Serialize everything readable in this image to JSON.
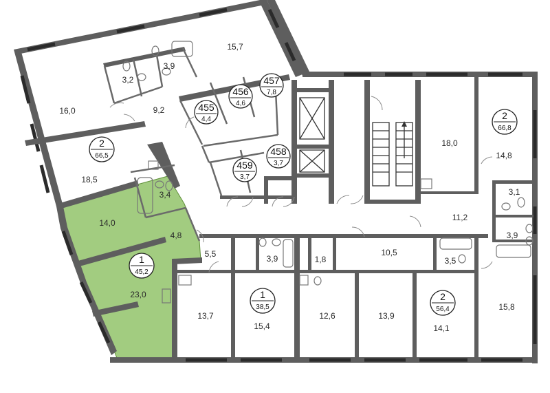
{
  "plan": {
    "highlight_color": "#a2cc80",
    "wall_color": "#5e5e5e",
    "rooms": [
      {
        "id": "r-15-7",
        "label": "15,7"
      },
      {
        "id": "r-3-9a",
        "label": "3,9"
      },
      {
        "id": "r-3-2",
        "label": "3,2"
      },
      {
        "id": "r-16-0",
        "label": "16,0"
      },
      {
        "id": "r-9-2",
        "label": "9,2"
      },
      {
        "id": "r-18-5",
        "label": "18,5"
      },
      {
        "id": "r-3-4",
        "label": "3,4"
      },
      {
        "id": "r-14-0",
        "label": "14,0"
      },
      {
        "id": "r-4-8",
        "label": "4,8"
      },
      {
        "id": "r-23-0",
        "label": "23,0"
      },
      {
        "id": "r-5-5",
        "label": "5,5"
      },
      {
        "id": "r-3-9b",
        "label": "3,9"
      },
      {
        "id": "r-1-8",
        "label": "1,8"
      },
      {
        "id": "r-10-5",
        "label": "10,5"
      },
      {
        "id": "r-3-5",
        "label": "3,5"
      },
      {
        "id": "r-13-7",
        "label": "13,7"
      },
      {
        "id": "r-15-4",
        "label": "15,4"
      },
      {
        "id": "r-12-6",
        "label": "12,6"
      },
      {
        "id": "r-13-9",
        "label": "13,9"
      },
      {
        "id": "r-14-1",
        "label": "14,1"
      },
      {
        "id": "r-15-8",
        "label": "15,8"
      },
      {
        "id": "r-18-0",
        "label": "18,0"
      },
      {
        "id": "r-14-8",
        "label": "14,8"
      },
      {
        "id": "r-11-2",
        "label": "11,2"
      },
      {
        "id": "r-3-1",
        "label": "3,1"
      },
      {
        "id": "r-3-9c",
        "label": "3,9"
      }
    ],
    "apartments": [
      {
        "id": "apt-2-66-5",
        "rooms": "2",
        "area": "66,5"
      },
      {
        "id": "apt-1-45-2",
        "rooms": "1",
        "area": "45,2",
        "selected": true
      },
      {
        "id": "apt-1-38-5",
        "rooms": "1",
        "area": "38,5"
      },
      {
        "id": "apt-2-56-4",
        "rooms": "2",
        "area": "56,4"
      },
      {
        "id": "apt-2-66-8",
        "rooms": "2",
        "area": "66,8"
      }
    ],
    "storage_units": [
      {
        "id": "st-455",
        "number": "455",
        "area": "4,4"
      },
      {
        "id": "st-456",
        "number": "456",
        "area": "4,6"
      },
      {
        "id": "st-457",
        "number": "457",
        "area": "7,8"
      },
      {
        "id": "st-458",
        "number": "458",
        "area": "3,7"
      },
      {
        "id": "st-459",
        "number": "459",
        "area": "3,7"
      }
    ]
  }
}
